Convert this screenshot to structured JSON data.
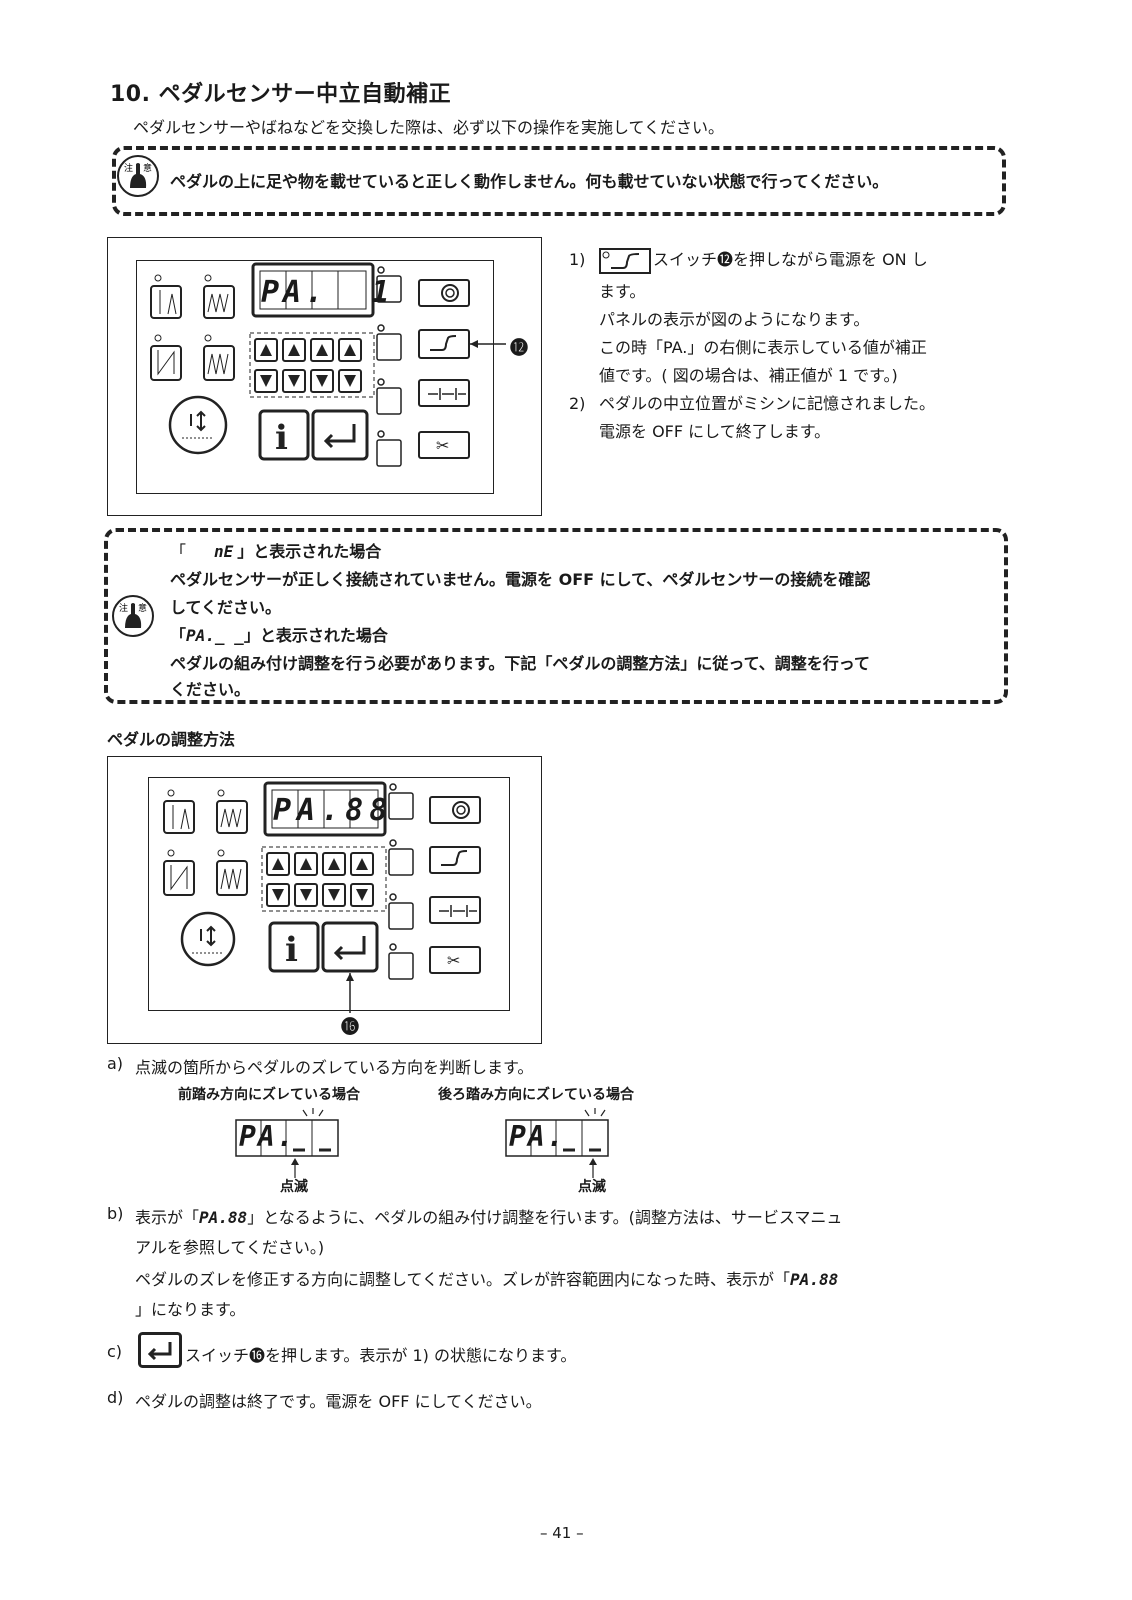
{
  "section": {
    "title": "10. ペダルセンサー中立自動補正",
    "intro": "ペダルセンサーやばねなどを交換した際は、必ず以下の操作を実施してください。"
  },
  "caution1": {
    "text": "ペダルの上に足や物を載せていると正しく動作しません。何も載せていない状態で行ってください。"
  },
  "panel1": {
    "display": "PA.  1",
    "callout": "⓬"
  },
  "steps1": [
    {
      "num": "1)",
      "lines": [
        "スイッチ⓬を押しながら電源を ON し",
        "ます。",
        "パネルの表示が図のようになります。",
        "この時「PA.」の右側に表示している値が補正",
        "値です。( 図の場合は、補正値が 1 です。)"
      ]
    },
    {
      "num": "2)",
      "lines": [
        "ペダルの中立位置がミシンに記憶されました。",
        "電源を OFF にして終了します。"
      ]
    }
  ],
  "caution2": {
    "line1_open": "「",
    "line1_seg": "nE",
    "line1_close": "」と表示された場合",
    "line2": "ペダルセンサーが正しく接続されていません。電源を OFF にして、ペダルセンサーの接続を確認",
    "line3": "してください。",
    "line4_open": "「",
    "line4_seg": "PA._ _",
    "line4_close": "」と表示された場合",
    "line5": "ペダルの組み付け調整を行う必要があります。下記「ペダルの調整方法」に従って、調整を行って",
    "line6": "ください。"
  },
  "adjust": {
    "heading": "ペダルの調整方法",
    "panel_display": "PA.88",
    "callout": "⓰",
    "a": {
      "label": "a)",
      "text": "点滅の箇所からペダルのズレている方向を判断します。"
    },
    "front_label": "前踏み方向にズレている場合",
    "back_label": "後ろ踏み方向にズレている場合",
    "blink_label": "点滅",
    "disp_left": "PA.",
    "b": {
      "label": "b)",
      "l1_pre": "表示が「",
      "l1_seg": "PA.88",
      "l1_post": "」となるように、ペダルの組み付け調整を行います。(調整方法は、サービスマニュ",
      "l2": "アルを参照してください。)",
      "l3_pre": "ペダルのズレを修正する方向に調整してください。ズレが許容範囲内になった時、表示が「",
      "l3_seg": "PA.88",
      "l4": "」になります。"
    },
    "c": {
      "label": "c)",
      "text": "スイッチ⓰を押します。表示が 1) の状態になります。"
    },
    "d": {
      "label": "d)",
      "text": "ペダルの調整は終了です。電源を OFF にしてください。"
    }
  },
  "footer": {
    "page": "– 41 –"
  }
}
